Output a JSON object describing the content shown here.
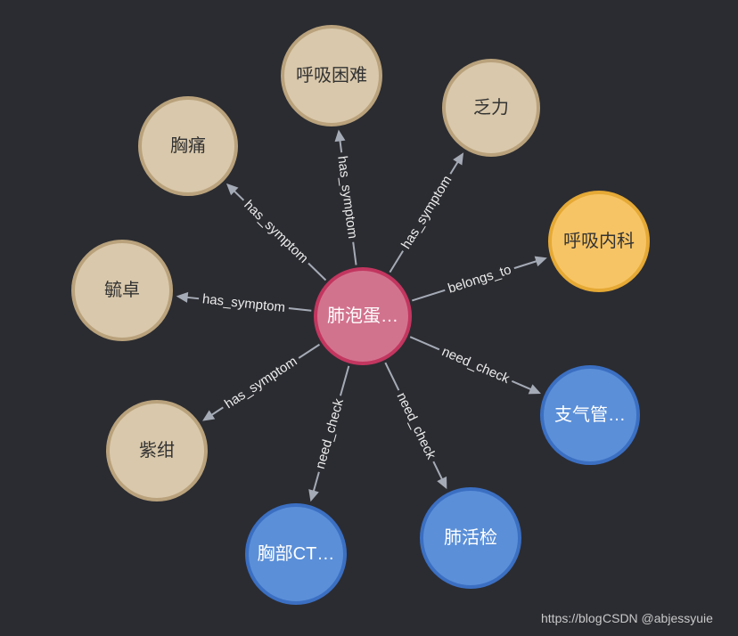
{
  "graph": {
    "nodes": [
      {
        "id": "center",
        "label": "肺泡蛋…",
        "category": "disease"
      },
      {
        "id": "dyspnea",
        "label": "呼吸困难",
        "category": "symptom"
      },
      {
        "id": "fatigue",
        "label": "乏力",
        "category": "symptom"
      },
      {
        "id": "chestpain",
        "label": "胸痛",
        "category": "symptom"
      },
      {
        "id": "yuzhuo",
        "label": "毓卓",
        "category": "symptom"
      },
      {
        "id": "cyanosis",
        "label": "紫绀",
        "category": "symptom"
      },
      {
        "id": "dept",
        "label": "呼吸内科",
        "category": "department"
      },
      {
        "id": "bronch",
        "label": "支气管…",
        "category": "check"
      },
      {
        "id": "biopsy",
        "label": "肺活检",
        "category": "check"
      },
      {
        "id": "ct",
        "label": "胸部CT…",
        "category": "check"
      }
    ],
    "edges": [
      {
        "from": "center",
        "to": "dyspnea",
        "label": "has_symptom"
      },
      {
        "from": "center",
        "to": "fatigue",
        "label": "has_symptom"
      },
      {
        "from": "center",
        "to": "chestpain",
        "label": "has_symptom"
      },
      {
        "from": "center",
        "to": "yuzhuo",
        "label": "has_symptom"
      },
      {
        "from": "center",
        "to": "cyanosis",
        "label": "has_symptom"
      },
      {
        "from": "center",
        "to": "dept",
        "label": "belongs_to"
      },
      {
        "from": "center",
        "to": "bronch",
        "label": "need_check"
      },
      {
        "from": "center",
        "to": "biopsy",
        "label": "need_check"
      },
      {
        "from": "center",
        "to": "ct",
        "label": "need_check"
      }
    ]
  },
  "colors": {
    "background": "#2b2c31",
    "edge": "#a5abb6",
    "disease": {
      "fill": "#d2738e",
      "stroke": "#c2365f",
      "text": "#ffffff"
    },
    "symptom": {
      "fill": "#d9c8ab",
      "stroke": "#b9a27c",
      "text": "#333333"
    },
    "department": {
      "fill": "#f7c465",
      "stroke": "#e5a935",
      "text": "#333333"
    },
    "check": {
      "fill": "#5b8fd8",
      "stroke": "#3b6fc2",
      "text": "#ffffff"
    }
  },
  "watermark": {
    "url_part": "https://blog",
    "author": "CSDN @abjessyuie"
  }
}
